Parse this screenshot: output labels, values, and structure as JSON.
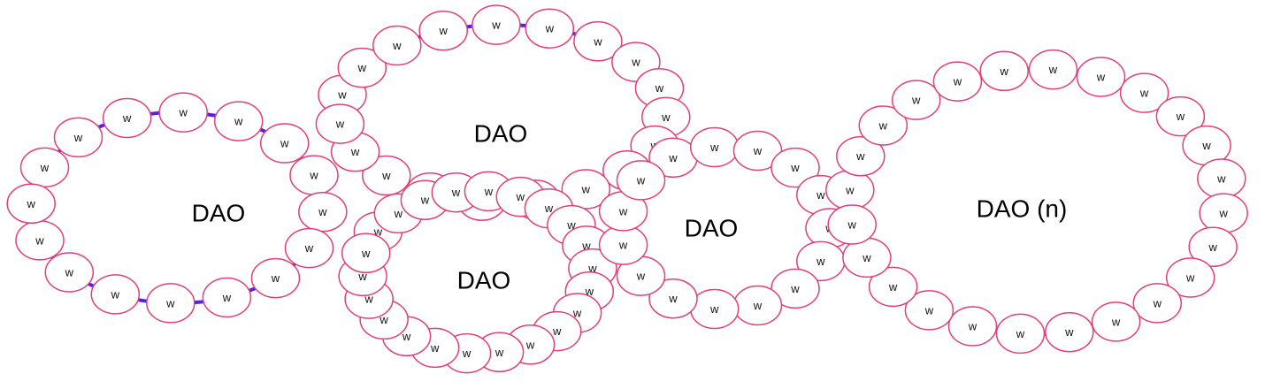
{
  "colors": {
    "ring": "#5a1ee6",
    "node_stroke": "#e0407a",
    "node_fill": "#ffffff",
    "text": "#000000"
  },
  "node_label": "w",
  "daos": [
    {
      "label": "DAO",
      "members": 16
    },
    {
      "label": "DAO",
      "members": 19
    },
    {
      "label": "DAO",
      "members": 22
    },
    {
      "label": "DAO",
      "members": 15
    },
    {
      "label": "DAO (n)",
      "members": 24
    }
  ]
}
